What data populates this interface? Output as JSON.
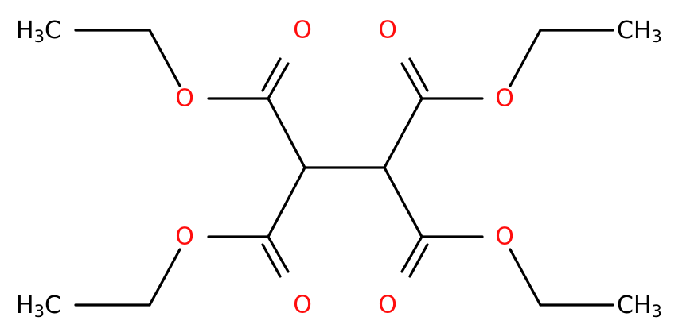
{
  "colors": {
    "bond": "#000000",
    "oxygen": "#ff0d0d",
    "carbon": "#000000",
    "background": "#ffffff"
  },
  "atoms": {
    "methyl_tl": {
      "element": "H",
      "sub": "3",
      "rest": "C"
    },
    "methyl_bl": {
      "element": "H",
      "sub": "3",
      "rest": "C"
    },
    "methyl_tr": {
      "main": "CH",
      "sub": "3"
    },
    "methyl_br": {
      "main": "CH",
      "sub": "3"
    },
    "o_carbonyl_tl": "O",
    "o_ether_tl": "O",
    "o_ether_bl": "O",
    "o_carbonyl_bl": "O",
    "o_carbonyl_tr": "O",
    "o_ether_tr": "O",
    "o_ether_br": "O",
    "o_carbonyl_br": "O"
  }
}
